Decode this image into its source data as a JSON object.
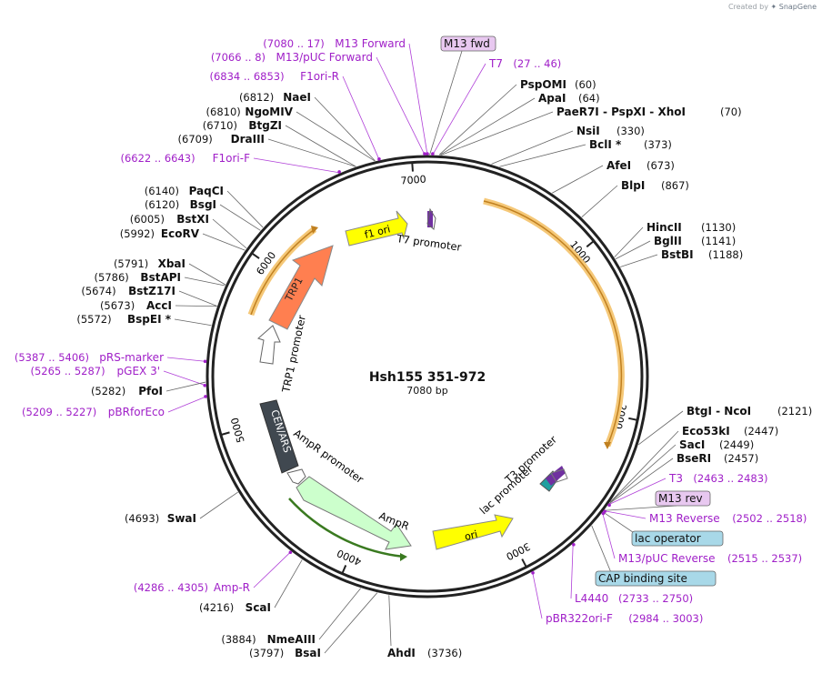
{
  "credit": {
    "prefix": "Created by",
    "brand": "SnapGene"
  },
  "plasmid": {
    "name": "Hsh155 351-972",
    "length_label": "7080 bp",
    "length": 7080
  },
  "colors": {
    "feature_label": "#a020c8",
    "leader": "#666666",
    "feature_leader": "#b040d8",
    "backbone": "#222222",
    "orange_arc": "#e0a040",
    "f1ori": "#ffff00",
    "trp1": "#ff7f50",
    "ampr": "#ccffcc",
    "ori": "#ffff00",
    "cen_ars": "#404850",
    "lac_op_box": "#a8d8e8",
    "primer_box": "#e8c8f0"
  },
  "ticks": [
    "1000",
    "2000",
    "3000",
    "4000",
    "5000",
    "6000",
    "7000"
  ],
  "inner_features": [
    {
      "key": "f1_ori",
      "label": "f1 ori"
    },
    {
      "key": "t7_promoter",
      "label": "T7 promoter"
    },
    {
      "key": "trp1",
      "label": "TRP1"
    },
    {
      "key": "trp1_promoter",
      "label": "TRP1 promoter"
    },
    {
      "key": "cen_ars",
      "label": "CEN/ARS"
    },
    {
      "key": "ampr_promoter",
      "label": "AmpR promoter"
    },
    {
      "key": "ampr",
      "label": "AmpR"
    },
    {
      "key": "ori",
      "label": "ori"
    },
    {
      "key": "lac_promoter",
      "label": "lac promoter"
    },
    {
      "key": "t3_promoter",
      "label": "T3 promoter"
    }
  ],
  "left_labels": [
    {
      "pos": "(7080 .. 17)",
      "name": "M13 Forward",
      "feature": true
    },
    {
      "pos": "(7066 .. 8)",
      "name": "M13/pUC Forward",
      "feature": true
    },
    {
      "pos": "(6834 .. 6853)",
      "name": "F1ori-R",
      "feature": true
    },
    {
      "pos": "(6812)",
      "name": "NaeI",
      "feature": false
    },
    {
      "pos": "(6810)",
      "name": "NgoMIV",
      "feature": false
    },
    {
      "pos": "(6710)",
      "name": "BtgZI",
      "feature": false
    },
    {
      "pos": "(6709)",
      "name": "DraIII",
      "feature": false
    },
    {
      "pos": "(6622 .. 6643)",
      "name": "F1ori-F",
      "feature": true
    },
    {
      "pos": "(6140)",
      "name": "PaqCI",
      "feature": false
    },
    {
      "pos": "(6120)",
      "name": "BsgI",
      "feature": false
    },
    {
      "pos": "(6005)",
      "name": "BstXI",
      "feature": false
    },
    {
      "pos": "(5992)",
      "name": "EcoRV",
      "feature": false
    },
    {
      "pos": "(5791)",
      "name": "XbaI",
      "feature": false
    },
    {
      "pos": "(5786)",
      "name": "BstAPI",
      "feature": false
    },
    {
      "pos": "(5674)",
      "name": "BstZ17I",
      "feature": false
    },
    {
      "pos": "(5673)",
      "name": "AccI",
      "feature": false
    },
    {
      "pos": "(5572)",
      "name": "BspEI *",
      "feature": false
    },
    {
      "pos": "(5387 .. 5406)",
      "name": "pRS-marker",
      "feature": true
    },
    {
      "pos": "(5265 .. 5287)",
      "name": "pGEX 3'",
      "feature": true
    },
    {
      "pos": "(5282)",
      "name": "PfoI",
      "feature": false
    },
    {
      "pos": "(5209 .. 5227)",
      "name": "pBRforEco",
      "feature": true
    },
    {
      "pos": "(4693)",
      "name": "SwaI",
      "feature": false
    },
    {
      "pos": "(4286 .. 4305)",
      "name": "Amp-R",
      "feature": true
    },
    {
      "pos": "(4216)",
      "name": "ScaI",
      "feature": false
    },
    {
      "pos": "(3884)",
      "name": "NmeAIII",
      "feature": false
    },
    {
      "pos": "(3797)",
      "name": "BsaI",
      "feature": false
    }
  ],
  "right_labels": [
    {
      "name": "M13 fwd",
      "pos": "",
      "boxed": "primer"
    },
    {
      "name": "T7",
      "pos": "(27 .. 46)",
      "feature": true
    },
    {
      "name": "PspOMI",
      "pos": "(60)"
    },
    {
      "name": "ApaI",
      "pos": "(64)"
    },
    {
      "name": "PaeR7I - PspXI - XhoI",
      "pos": "(70)"
    },
    {
      "name": "NsiI",
      "pos": "(330)"
    },
    {
      "name": "BclI *",
      "pos": "(373)"
    },
    {
      "name": "AfeI",
      "pos": "(673)"
    },
    {
      "name": "BlpI",
      "pos": "(867)"
    },
    {
      "name": "HincII",
      "pos": "(1130)"
    },
    {
      "name": "BglII",
      "pos": "(1141)"
    },
    {
      "name": "BstBI",
      "pos": "(1188)"
    },
    {
      "name": "BtgI - NcoI",
      "pos": "(2121)"
    },
    {
      "name": "Eco53kI",
      "pos": "(2447)"
    },
    {
      "name": "SacI",
      "pos": "(2449)"
    },
    {
      "name": "BseRI",
      "pos": "(2457)"
    },
    {
      "name": "T3",
      "pos": "(2463 .. 2483)",
      "feature": true
    },
    {
      "name": "M13 rev",
      "pos": "",
      "boxed": "primer"
    },
    {
      "name": "M13 Reverse",
      "pos": "(2502 .. 2518)",
      "feature": true
    },
    {
      "name": "lac operator",
      "pos": "",
      "boxed": "lac"
    },
    {
      "name": "M13/pUC Reverse",
      "pos": "(2515 .. 2537)",
      "feature": true
    },
    {
      "name": "CAP binding site",
      "pos": "",
      "boxed": "lac"
    },
    {
      "name": "L4440",
      "pos": "(2733 .. 2750)",
      "feature": true
    },
    {
      "name": "pBR322ori-F",
      "pos": "(2984 .. 3003)",
      "feature": true
    },
    {
      "name": "AhdI",
      "pos": "(3736)"
    }
  ]
}
